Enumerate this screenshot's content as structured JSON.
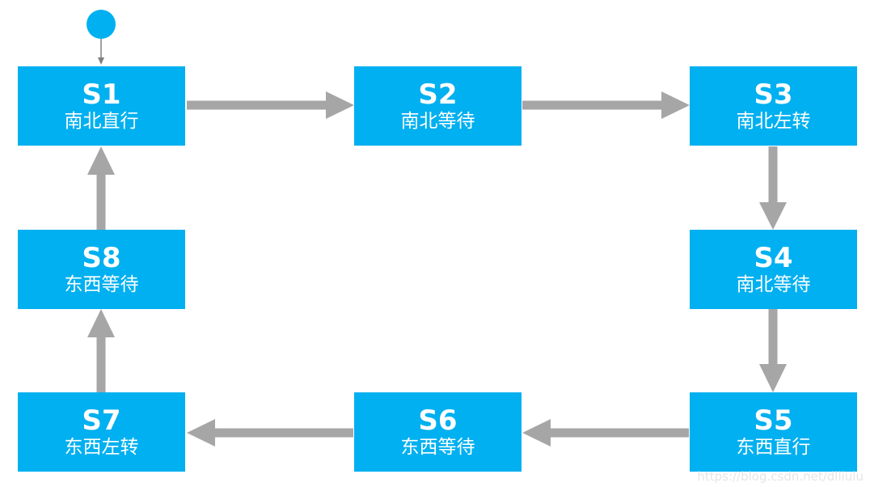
{
  "colors": {
    "state_fill": "#00b0f0",
    "state_text": "#ffffff",
    "arrow": "#a6a6a6",
    "start_arrow": "#808080",
    "background": "#ffffff"
  },
  "states": [
    {
      "id": "S1",
      "label": "南北直行"
    },
    {
      "id": "S2",
      "label": "南北等待"
    },
    {
      "id": "S3",
      "label": "南北左转"
    },
    {
      "id": "S4",
      "label": "南北等待"
    },
    {
      "id": "S5",
      "label": "东西直行"
    },
    {
      "id": "S6",
      "label": "东西等待"
    },
    {
      "id": "S7",
      "label": "东西左转"
    },
    {
      "id": "S8",
      "label": "东西等待"
    }
  ],
  "transitions": [
    {
      "from": "S1",
      "to": "S2"
    },
    {
      "from": "S2",
      "to": "S3"
    },
    {
      "from": "S3",
      "to": "S4"
    },
    {
      "from": "S4",
      "to": "S5"
    },
    {
      "from": "S5",
      "to": "S6"
    },
    {
      "from": "S6",
      "to": "S7"
    },
    {
      "from": "S7",
      "to": "S8"
    },
    {
      "from": "S8",
      "to": "S1"
    }
  ],
  "initial_state": "S1",
  "watermark": "https://blog.csdn.net/dlliulu"
}
